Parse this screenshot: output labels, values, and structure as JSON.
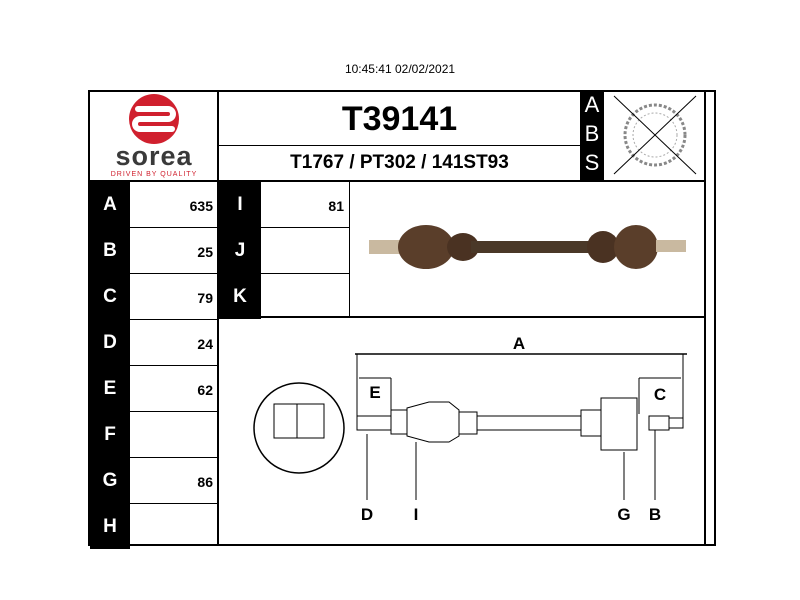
{
  "timestamp": "10:45:41 02/02/2021",
  "logo": {
    "brand": "sorea",
    "tagline": "DRIVEN BY QUALITY",
    "color": "#d0202e"
  },
  "header": {
    "part_number": "T39141",
    "cross_refs": "T1767 / PT302 / 141ST93",
    "abs": [
      "A",
      "B",
      "S"
    ]
  },
  "specs_left": [
    {
      "label": "A",
      "value": "635"
    },
    {
      "label": "B",
      "value": "25"
    },
    {
      "label": "C",
      "value": "79"
    },
    {
      "label": "D",
      "value": "24"
    },
    {
      "label": "E",
      "value": "62"
    },
    {
      "label": "F",
      "value": ""
    },
    {
      "label": "G",
      "value": "86"
    },
    {
      "label": "H",
      "value": ""
    }
  ],
  "specs_right": [
    {
      "label": "I",
      "value": "81"
    },
    {
      "label": "J",
      "value": ""
    },
    {
      "label": "K",
      "value": ""
    }
  ],
  "diagram": {
    "labels": {
      "A": "A",
      "E": "E",
      "C": "C",
      "D": "D",
      "I": "I",
      "G": "G",
      "B": "B"
    }
  }
}
